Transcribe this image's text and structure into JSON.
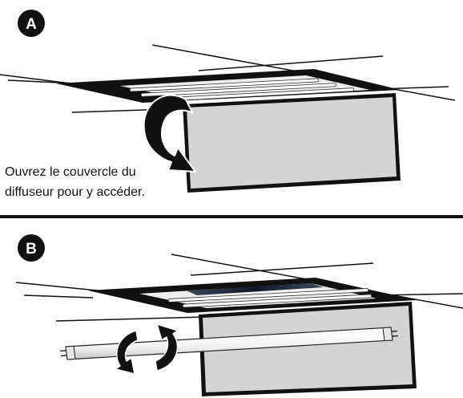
{
  "panel_a": {
    "badge": "A",
    "caption_line1": "Ouvrez le couvercle du",
    "caption_line2": "diffuseur pour y accéder."
  },
  "panel_b": {
    "badge": "B"
  },
  "colors": {
    "ink": "#111111",
    "panel_fill": "#d4d4d4",
    "cavity": "#eeeeee",
    "tube": "#ffffff",
    "glow": "#1e2a3a"
  },
  "icons": {
    "panel_a_arrow": "curved-down-arrow-icon",
    "panel_b_arrows": "rotate-arrows-icon"
  }
}
